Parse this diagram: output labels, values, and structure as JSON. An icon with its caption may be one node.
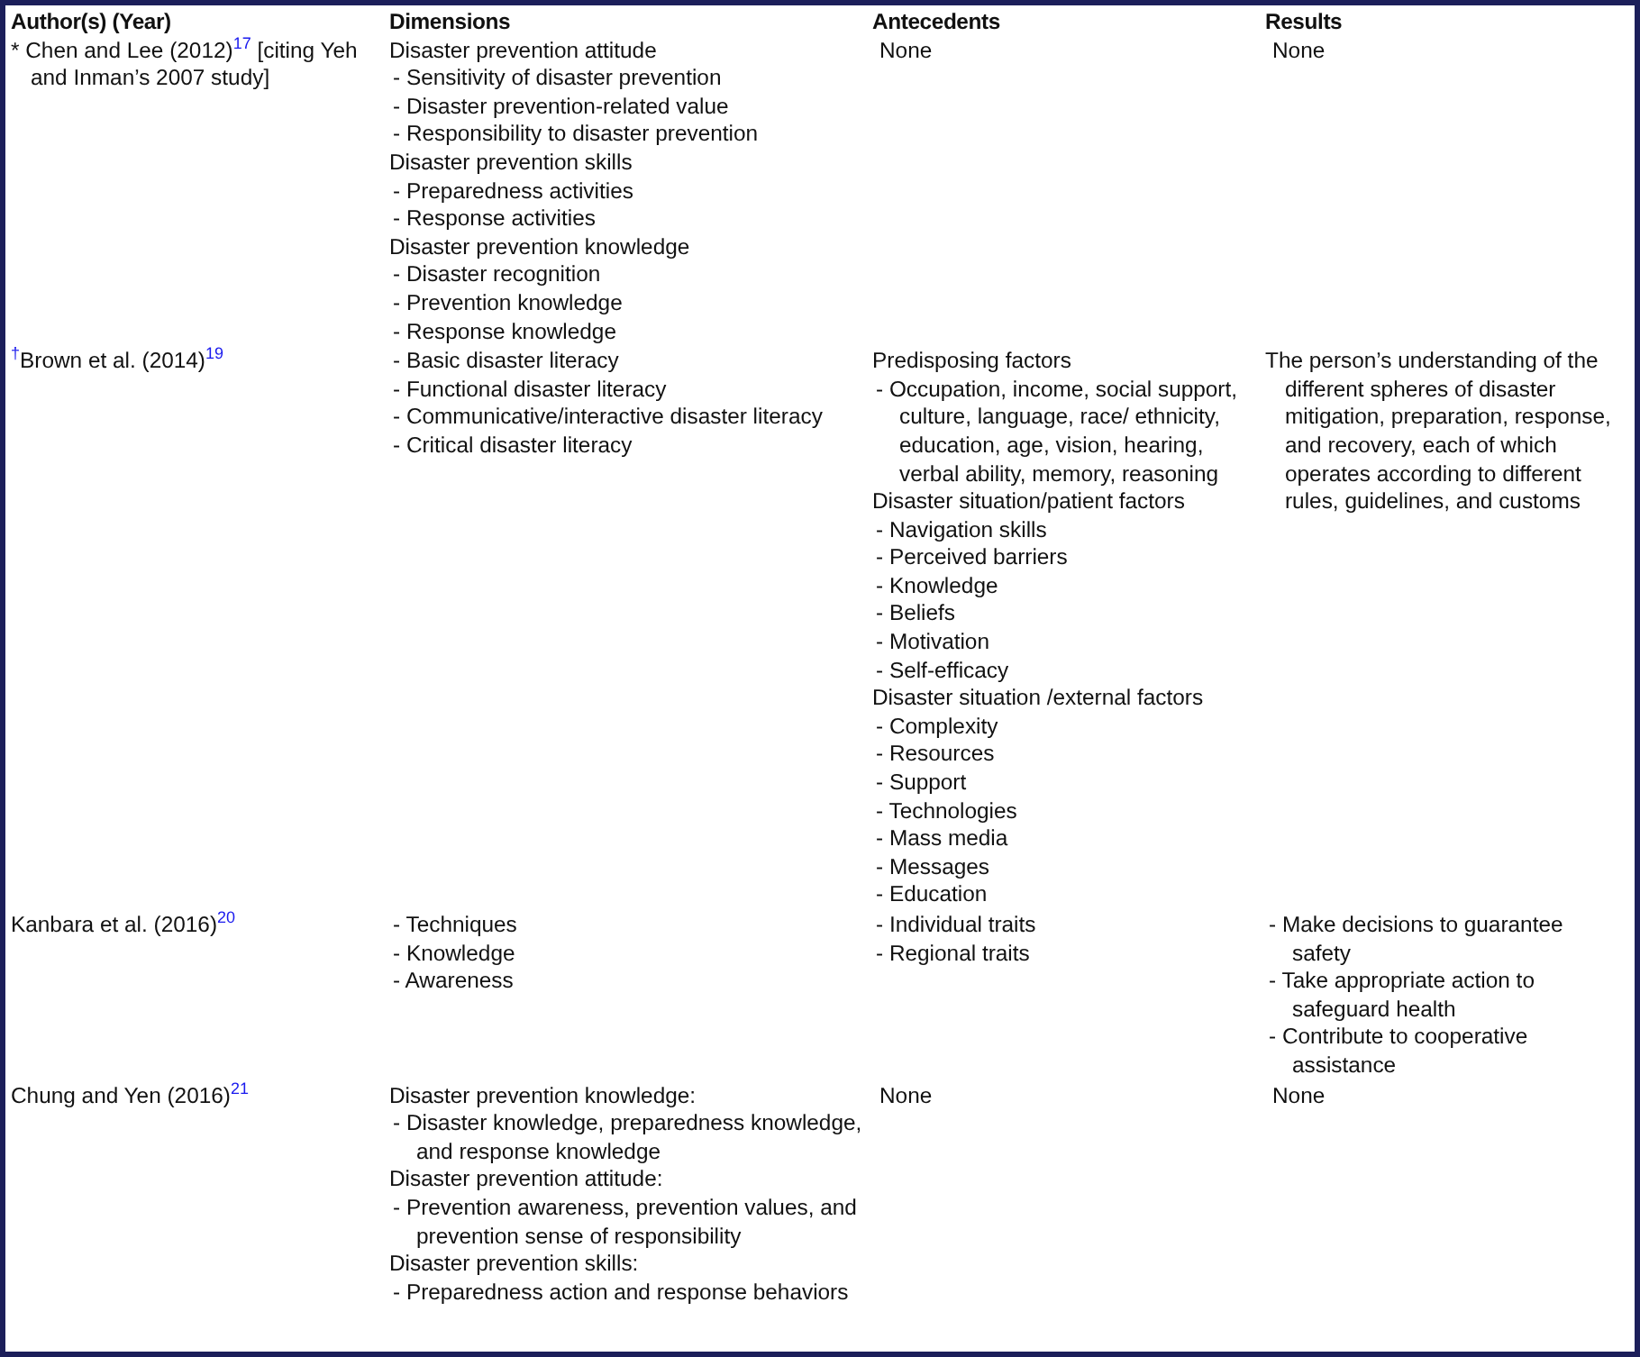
{
  "diagram": {
    "labels": [
      "Author(s) (Year)",
      "Dimensions",
      "Antecedents",
      "Results",
      "* Chen and Lee (2012)$^{17}$ [citing Yeh and Inman’s 2007 study]",
      "Disaster prevention attitude",
      "- Sensitivity of disaster prevention",
      "- Disaster prevention-related value",
      "- Responsibility to disaster prevention",
      "Disaster prevention skills",
      "- Preparedness activities",
      "- Response activities",
      "Disaster prevention knowledge",
      "- Disaster recognition",
      "- Prevention knowledge",
      "- Response knowledge",
      "None",
      "None",
      "$^{†}$Brown et al. (2014)$^{19}$",
      "- Basic disaster literacy",
      "- Functional disaster literacy",
      "- Communicative/interactive disaster literacy",
      "- Critical disaster literacy",
      "Predisposing factors",
      "- Occupation, income, social support, culture, language, race/ ethnicity, education, age, vision, hearing, verbal ability, memory, reasoning",
      "Disaster situation/patient factors",
      "- Navigation skills",
      "- Perceived barriers",
      "- Knowledge",
      "- Beliefs",
      "- Motivation",
      "- Self-efficacy",
      "Disaster situation /external factors",
      "- Complexity",
      "- Resources",
      "- Support",
      "- Technologies",
      "- Mass media",
      "- Messages",
      "- Education",
      "The person’s understanding of the different spheres of disaster mitigation, preparation, response, and recovery, each of which operates according to different rules, guidelines, and customs",
      "Kanbara et al. (2016)$^{20}$",
      "- Techniques",
      "- Knowledge",
      "- Awareness",
      "- Individual traits",
      "- Regional traits",
      "- Make decisions to guarantee safety",
      "- Take appropriate action to safeguard health",
      "- Contribute to cooperative assistance",
      "Chung and Yen (2016)$^{21}$",
      "Disaster prevention knowledge:",
      "- Disaster knowledge, preparedness knowledge, and response knowledge",
      "Disaster prevention attitude:",
      "- Prevention awareness, prevention values, and prevention sense of responsibility",
      "Disaster prevention skills:",
      "- Preparedness action and response behaviors",
      "None",
      "None"
    ]
  }
}
